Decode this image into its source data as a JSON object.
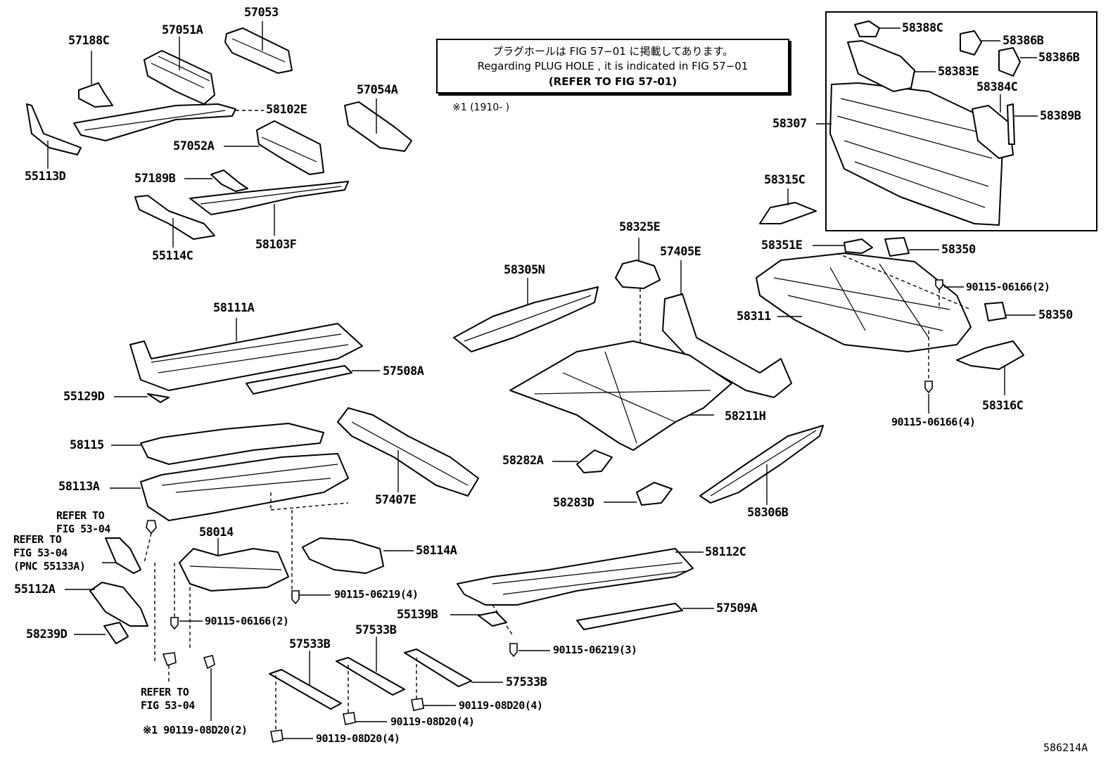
{
  "note": {
    "line1": "プラグホールは FIG 57−01 に掲載してあります。",
    "line2": "Regarding PLUG HOLE , it is indicated in FIG 57−01",
    "line3": "(REFER TO FIG 57-01)"
  },
  "footnote": "※1 (1910-      )",
  "figure_id": "586214A",
  "labels": {
    "p57053": "57053",
    "p57188c": "57188C",
    "p57051a": "57051A",
    "p58102e": "58102E",
    "p57054a": "57054A",
    "p57052a": "57052A",
    "p55113d": "55113D",
    "p57189b": "57189B",
    "p55114c": "55114C",
    "p58103f": "58103F",
    "p58388c": "58388C",
    "p58386b_1": "58386B",
    "p58386b_2": "58386B",
    "p58383e": "58383E",
    "p58384c": "58384C",
    "p58389b": "58389B",
    "p58307": "58307",
    "p58315c": "58315C",
    "p58325e": "58325E",
    "p58351e": "58351E",
    "p58350_1": "58350",
    "p58350_2": "58350",
    "p57405e": "57405E",
    "p58305n": "58305N",
    "p58311": "58311",
    "b90115_06166_2a": "90115-06166(2)",
    "p58316c": "58316C",
    "b90115_06166_4": "90115-06166(4)",
    "p58111a": "58111A",
    "p57508a": "57508A",
    "p55129d": "55129D",
    "p58211h": "58211H",
    "p58115": "58115",
    "p58282a": "58282A",
    "p58113a": "58113A",
    "p57407e": "57407E",
    "p58283d": "58283D",
    "p58306b": "58306B",
    "ref_53_04_a1": "REFER TO",
    "ref_53_04_a2": "FIG 53-04",
    "ref_53_04_b1": "REFER TO",
    "ref_53_04_b2": "FIG 53-04",
    "ref_53_04_b3": "(PNC 55133A)",
    "p58014": "58014",
    "p58114a": "58114A",
    "p58112c": "58112C",
    "p55112a": "55112A",
    "b90115_06219_4": "90115-06219(4)",
    "p55139b": "55139B",
    "p57509a": "57509A",
    "b90115_06166_2b": "90115-06166(2)",
    "p58239d": "58239D",
    "p57533b_1": "57533B",
    "p57533b_2": "57533B",
    "p57533b_3": "57533B",
    "b90115_06219_3": "90115-06219(3)",
    "ref_53_04_c1": "REFER TO",
    "ref_53_04_c2": "FIG 53-04",
    "b90119_08d20_4a": "90119-08D20(4)",
    "b90119_08d20_4b": "90119-08D20(4)",
    "b90119_08d20_4c": "90119-08D20(4)",
    "b90119_08d20_2": "※1 90119-08D20(2)"
  }
}
